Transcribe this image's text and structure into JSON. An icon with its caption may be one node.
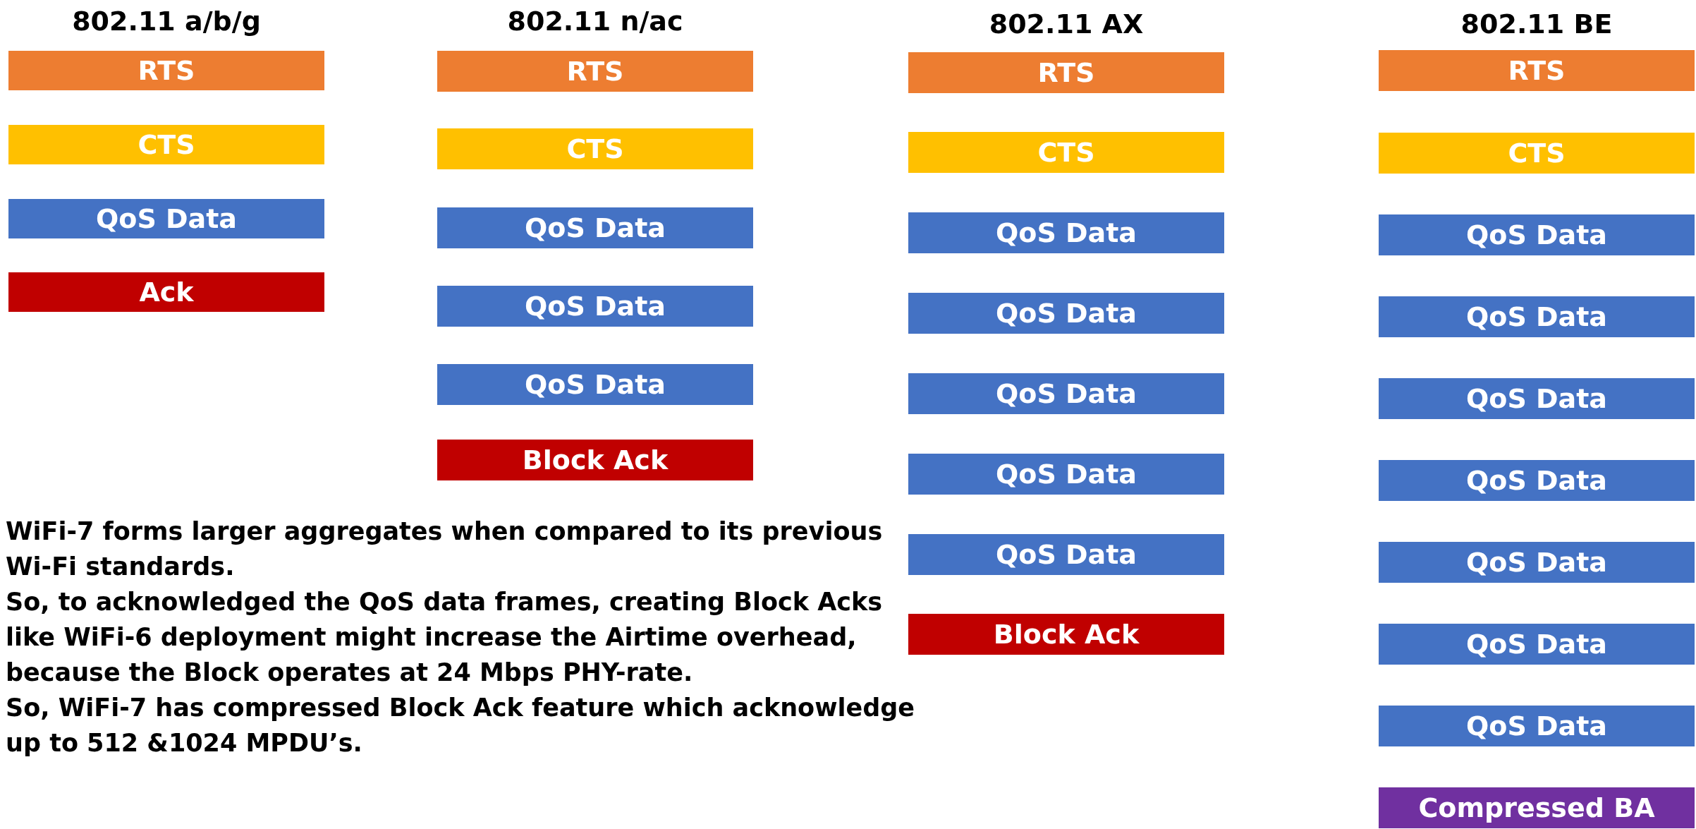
{
  "diagram": {
    "nodes": [
      {
        "text": [
          "RTS"
        ]
      },
      {
        "text": [
          "CTS"
        ]
      },
      {
        "text": [
          "QoS Data"
        ]
      },
      {
        "text": [
          "Ack"
        ]
      },
      {
        "text": [
          "RTS"
        ]
      },
      {
        "text": [
          "CTS"
        ]
      },
      {
        "text": [
          "QoS Data"
        ]
      },
      {
        "text": [
          "QoS Data"
        ]
      },
      {
        "text": [
          "QoS Data"
        ]
      },
      {
        "text": [
          "Block Ack"
        ]
      },
      {
        "text": [
          "RTS"
        ]
      },
      {
        "text": [
          "CTS"
        ]
      },
      {
        "text": [
          "QoS Data"
        ]
      },
      {
        "text": [
          "QoS Data"
        ]
      },
      {
        "text": [
          "QoS Data"
        ]
      },
      {
        "text": [
          "QoS Data"
        ]
      },
      {
        "text": [
          "QoS Data"
        ]
      },
      {
        "text": [
          "Block Ack"
        ]
      },
      {
        "text": [
          "RTS"
        ]
      },
      {
        "text": [
          "CTS"
        ]
      },
      {
        "text": [
          "QoS Data"
        ]
      },
      {
        "text": [
          "QoS Data"
        ]
      },
      {
        "text": [
          "QoS Data"
        ]
      },
      {
        "text": [
          "QoS Data"
        ]
      },
      {
        "text": [
          "QoS Data"
        ]
      },
      {
        "text": [
          "QoS Data"
        ]
      },
      {
        "text": [
          "QoS Data"
        ]
      },
      {
        "text": [
          "Compressed BA"
        ]
      }
    ],
    "labels": [
      "802.11 a/b/g",
      "802.11 n/ac",
      "802.11 AX",
      "802.11 BE",
      "WiFi-7 forms larger aggregates when compared to its previous Wi-Fi standards.",
      "So, to acknowledged the QoS data frames, creating Block Acks like WiFi-6 deployment might increase the Airtime overhead, because the Block operates at 24 Mbps PHY-rate.",
      "So, WiFi-7 has compressed Block Ack feature which acknowledge up to 512 &1024 MPDU’s."
    ]
  }
}
